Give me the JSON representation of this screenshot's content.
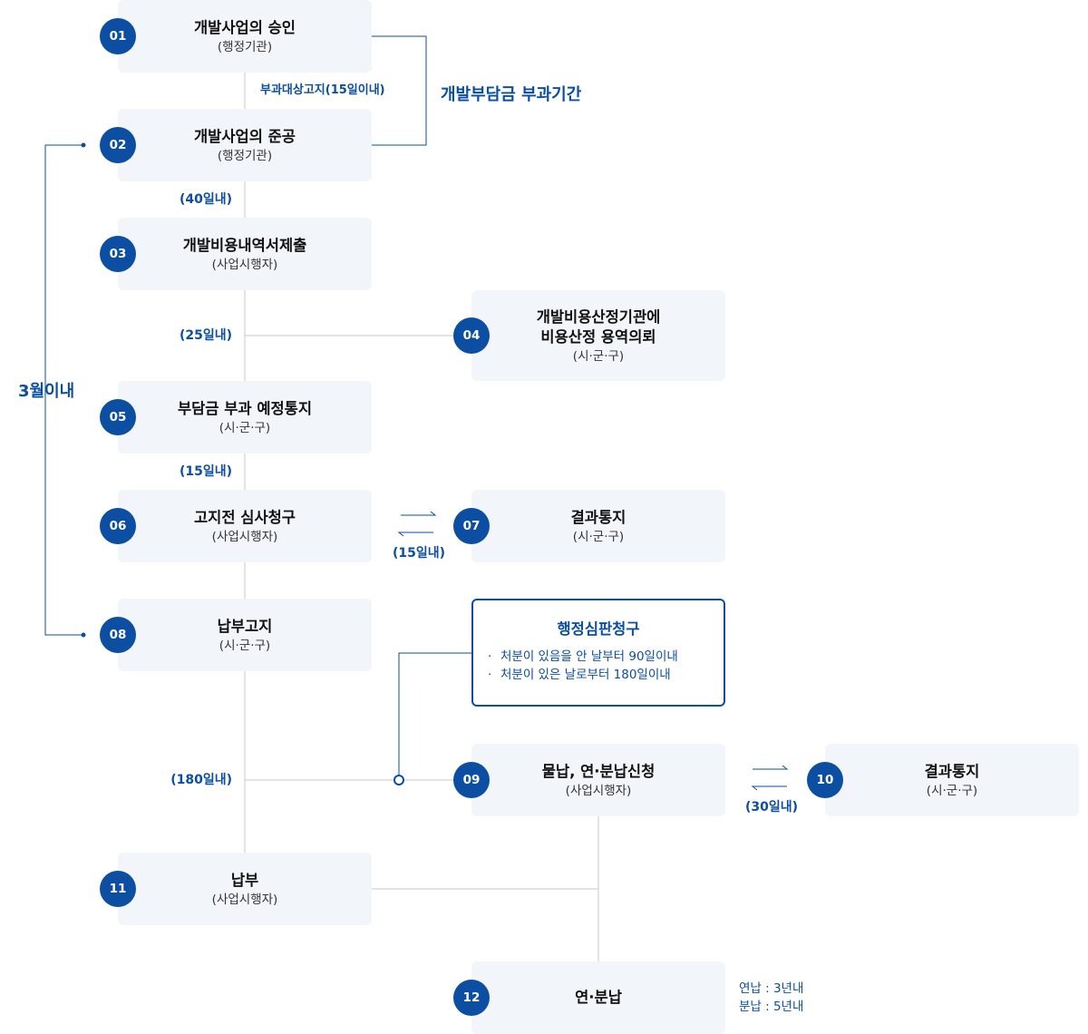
{
  "steps": [
    {
      "num": "01",
      "title": "개발사업의 승인",
      "sub": "(행정기관)"
    },
    {
      "num": "02",
      "title": "개발사업의 준공",
      "sub": "(행정기관)"
    },
    {
      "num": "03",
      "title": "개발비용내역서제출",
      "sub": "(사업시행자)"
    },
    {
      "num": "04",
      "title": "개발비용산정기관에",
      "title2": "비용산정 용역의뢰",
      "sub": "(시·군·구)"
    },
    {
      "num": "05",
      "title": "부담금 부과 예정통지",
      "sub": "(시·군·구)"
    },
    {
      "num": "06",
      "title": "고지전 심사청구",
      "sub": "(사업시행자)"
    },
    {
      "num": "07",
      "title": "결과통지",
      "sub": "(시·군·구)"
    },
    {
      "num": "08",
      "title": "납부고지",
      "sub": "(시·군·구)"
    },
    {
      "num": "09",
      "title": "물납, 연·분납신청",
      "sub": "(사업시행자)"
    },
    {
      "num": "10",
      "title": "결과통지",
      "sub": "(시·군·구)"
    },
    {
      "num": "11",
      "title": "납부",
      "sub": "(사업시행자)"
    },
    {
      "num": "12",
      "title": "연·분납",
      "sub": ""
    }
  ],
  "labels": {
    "notice_15": "부과대상고지(15일이내)",
    "levy_period": "개발부담금 부과기간",
    "within_40": "(40일내)",
    "within_25": "(25일내)",
    "within_3months": "3월이내",
    "within_15a": "(15일내)",
    "within_15b": "(15일내)",
    "within_180": "(180일내)",
    "within_30": "(30일내)"
  },
  "appeal": {
    "title": "행정심판청구",
    "items": [
      "처분이 있음을 안 날부터 90일이내",
      "처분이 있은 날로부터 180일이내"
    ]
  },
  "installment": {
    "line1": "연납 : 3년내",
    "line2": "분납 : 5년내"
  },
  "colors": {
    "accent": "#0b4ea2",
    "box_bg": "#f2f5fa",
    "line": "#c9c9c9"
  }
}
